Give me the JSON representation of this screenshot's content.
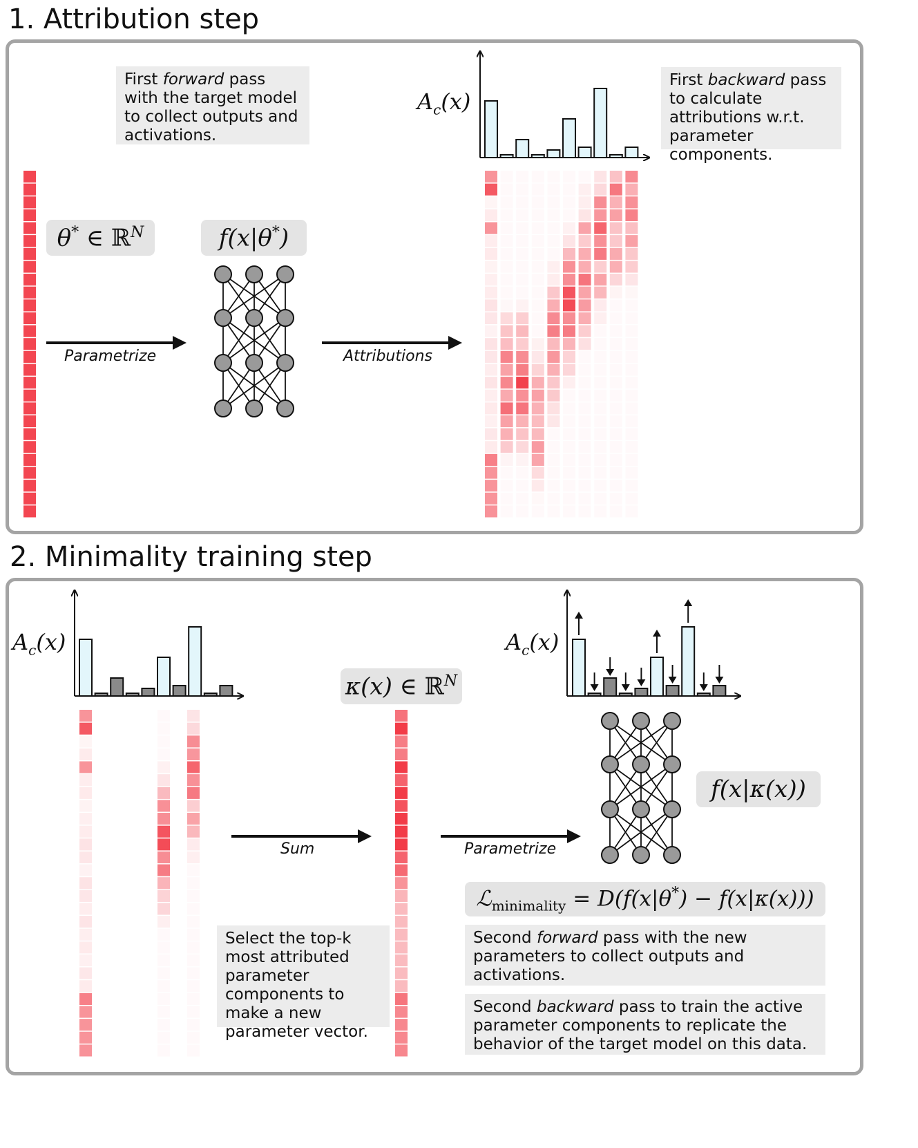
{
  "section1": {
    "title": "1. Attribution step",
    "note_forward": {
      "pre": "First ",
      "em": "forward",
      "post": " pass with the target model to collect outputs and activations."
    },
    "note_backward": {
      "pre": "First ",
      "em": "backward",
      "post": " pass to calculate attributions w.r.t. parameter components."
    },
    "theta_label": "θ* ∈ ℝN",
    "model_label": "f(x|θ*)",
    "attr_axis_label": "Ac(x)",
    "arrow_parametrize": "Parametrize",
    "arrow_attributions": "Attributions"
  },
  "section2": {
    "title": "2. Minimality training step",
    "attr_axis_label_left": "Ac(x)",
    "attr_axis_label_right": "Ac(x)",
    "kappa_label": "κ(x) ∈ ℝN",
    "model_label": "f(x|κ(x))",
    "loss_label": "ℒminimality = D(f(x|θ*) − f(x|κ(x)))",
    "arrow_sum": "Sum",
    "arrow_parametrize": "Parametrize",
    "note_select": "Select the top-k most attributed parameter components to make a new parameter vector.",
    "note_forward2": {
      "pre": "Second ",
      "em": "forward",
      "post": " pass with the new parameters to collect outputs and activations."
    },
    "note_backward2": {
      "pre": "Second ",
      "em": "backward",
      "post": " pass to train the active parameter components to replicate the behavior of the target model on this data."
    }
  },
  "chart_data": [
    {
      "type": "bar",
      "title": "",
      "series": [
        {
          "values": [
            0.82,
            0.04,
            0.26,
            0.04,
            0.11,
            0.56,
            0.15,
            1.0,
            0.04,
            0.15
          ]
        }
      ]
    },
    {
      "type": "bar",
      "title": "",
      "selected": [
        true,
        false,
        false,
        false,
        false,
        true,
        false,
        true,
        false,
        false
      ],
      "series": [
        {
          "values": [
            0.82,
            0.04,
            0.26,
            0.04,
            0.11,
            0.56,
            0.15,
            1.0,
            0.04,
            0.15
          ]
        }
      ]
    },
    {
      "type": "bar",
      "title": "",
      "selected": [
        true,
        false,
        false,
        false,
        false,
        true,
        false,
        true,
        false,
        false
      ],
      "change": [
        "up",
        "down",
        "down",
        "down",
        "down",
        "up",
        "down",
        "up",
        "down",
        "down"
      ],
      "series": [
        {
          "values": [
            0.82,
            0.04,
            0.26,
            0.04,
            0.11,
            0.56,
            0.15,
            1.0,
            0.04,
            0.15
          ]
        }
      ]
    }
  ],
  "colors": {
    "red": "#f23c48",
    "bar_fill": "#e3f6fb",
    "bar_gray": "#8a8a8a",
    "node": "#9a9a9a",
    "panel_border": "#a4a4a4",
    "note_bg": "#ececec"
  }
}
